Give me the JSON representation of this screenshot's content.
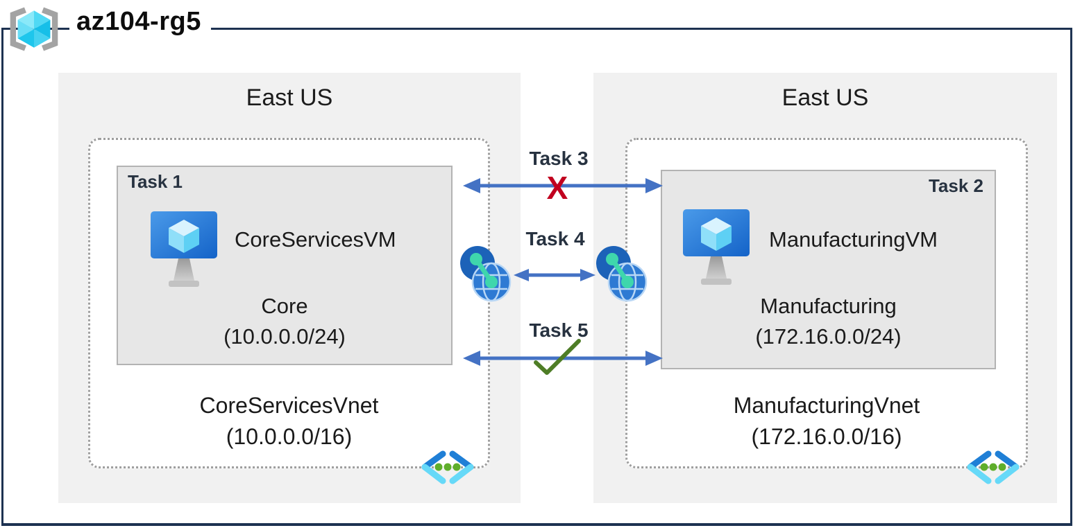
{
  "title": "az104-rg5",
  "regions": [
    {
      "name": "East US",
      "vnet": {
        "name": "CoreServicesVnet",
        "cidr": "(10.0.0.0/16)"
      },
      "subnet": {
        "task": "Task 1",
        "vm_name": "CoreServicesVM",
        "name": "Core",
        "cidr": "(10.0.0.0/24)"
      }
    },
    {
      "name": "East US",
      "vnet": {
        "name": "ManufacturingVnet",
        "cidr": "(172.16.0.0/16)"
      },
      "subnet": {
        "task": "Task 2",
        "vm_name": "ManufacturingVM",
        "name": "Manufacturing",
        "cidr": "(172.16.0.0/24)"
      }
    }
  ],
  "connections": [
    {
      "label": "Task 3",
      "marker": "X",
      "status": "blocked"
    },
    {
      "label": "Task 4",
      "marker": "",
      "status": "peered"
    },
    {
      "label": "Task 5",
      "marker": "✓",
      "status": "allowed"
    }
  ],
  "colors": {
    "frame": "#1d3251",
    "arrow": "#4472c4",
    "blocked_x": "#c1001f",
    "check": "#4e7d26",
    "task_label": "#273240",
    "region_bg": "#f1f1f1",
    "subnet_bg": "#e7e7e7",
    "vnet_chevron_blue": "#1f7fd6",
    "vnet_chevron_cyan": "#66d9f8",
    "vnet_dots_green": "#5fae2b",
    "peering_teal": "#3fd6ac"
  }
}
